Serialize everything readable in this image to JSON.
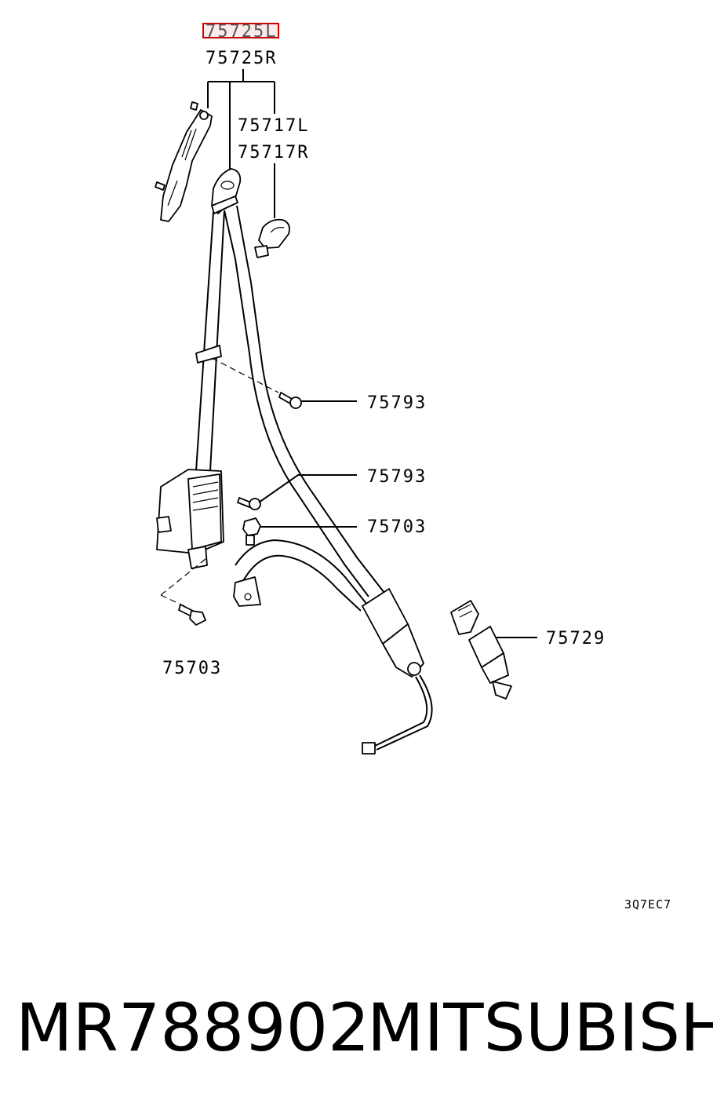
{
  "diagram": {
    "callouts": {
      "highlighted": "75725L",
      "belt_assy_r": "75725R",
      "cover_l": "75717L",
      "cover_r": "75717R",
      "bolt_upper": "75793",
      "bolt_middle": "75793",
      "bolt_anchor": "75703",
      "bolt_lower": "75703",
      "buckle": "75729"
    },
    "drawing_code": "3Q7EC7",
    "highlight_color": "#cc0000"
  },
  "footer": {
    "part_number": "MR788902",
    "brand": "MITSUBISHI"
  }
}
